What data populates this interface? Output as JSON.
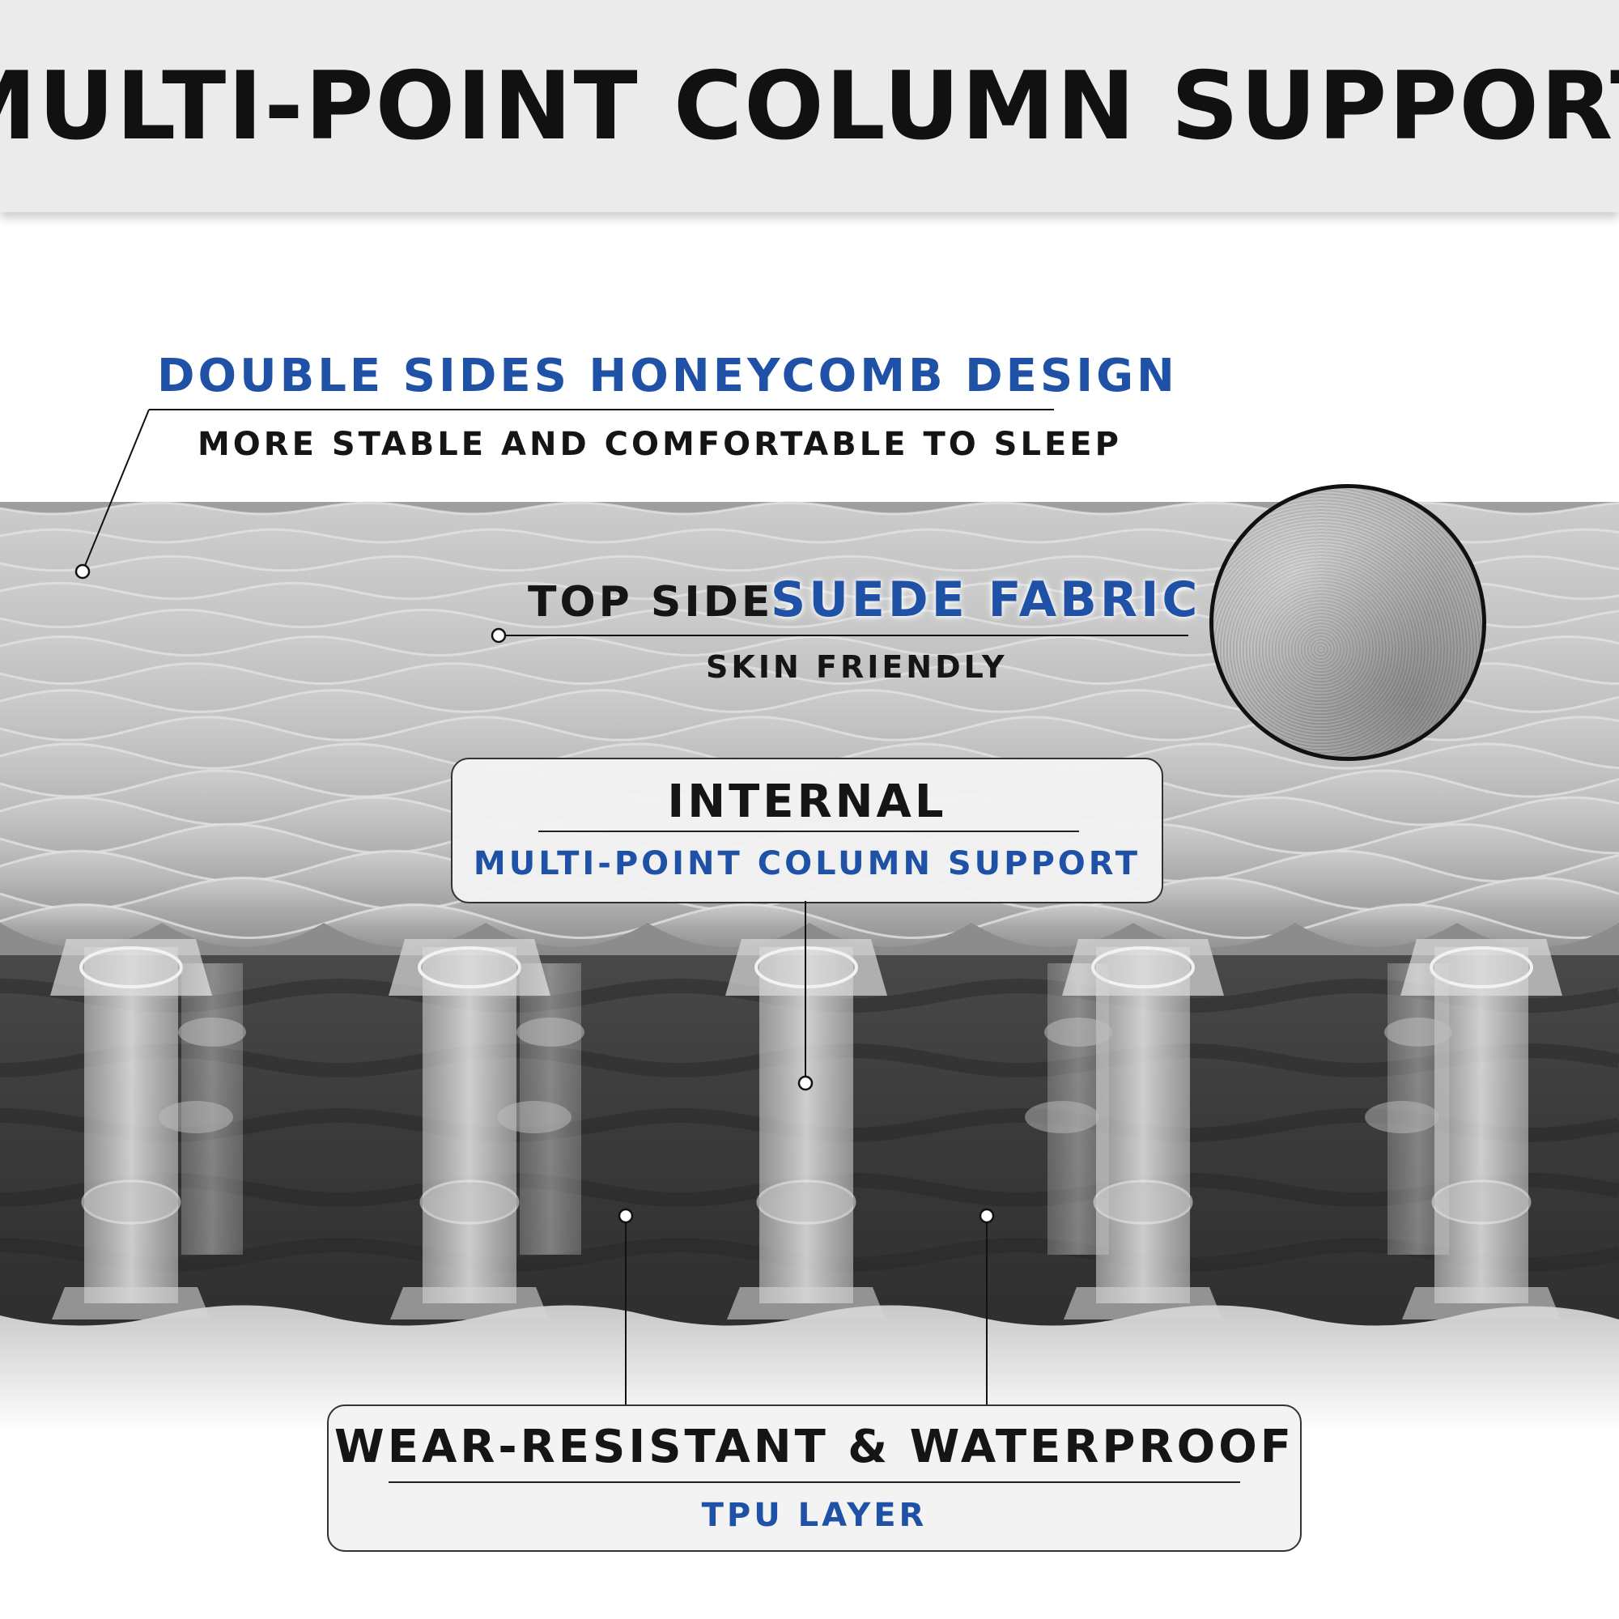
{
  "header": {
    "title": "MULTI-POINT COLUMN SUPPORT"
  },
  "honeycomb": {
    "title": "DOUBLE SIDES HONEYCOMB DESIGN",
    "subtitle": "MORE STABLE AND COMFORTABLE TO SLEEP"
  },
  "top_side": {
    "prefix": "TOP SIDE:",
    "highlight": "SUEDE FABRIC",
    "subtitle": "SKIN FRIENDLY"
  },
  "internal": {
    "title": "INTERNAL",
    "subtitle": "MULTI-POINT COLUMN SUPPORT"
  },
  "bottom": {
    "title": "WEAR-RESISTANT & WATERPROOF",
    "subtitle": "TPU LAYER"
  },
  "colors": {
    "accent_blue": "#1f52a6",
    "text_dark": "#151515",
    "mat_top": "#a9a9a9",
    "mat_body": "#3f3f3f"
  }
}
